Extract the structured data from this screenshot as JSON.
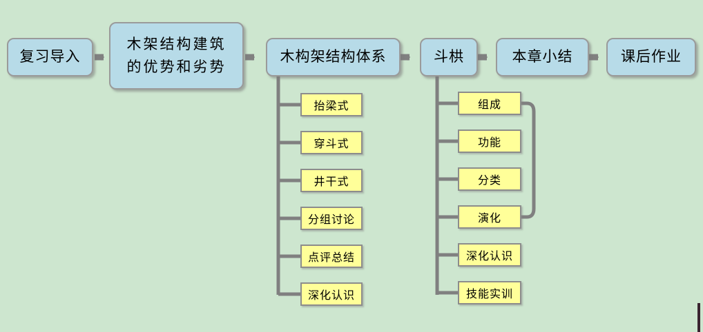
{
  "diagram": {
    "type": "flowchart",
    "title": "",
    "colors": {
      "background": "#cde6cf",
      "main_node_fill": "#b7dbe8",
      "main_node_stroke": "#9a9a9a",
      "leaf_node_fill": "#ffff99",
      "leaf_node_stroke": "#8c8c8c",
      "connector": "#808080",
      "text": "#000000"
    },
    "main_flow": [
      {
        "id": "n1",
        "label": "复习导入",
        "lines": [
          "复习导入"
        ]
      },
      {
        "id": "n2",
        "label": "木架结构建筑的优势和劣势",
        "lines": [
          "木架结构建筑",
          "的优势和劣势"
        ]
      },
      {
        "id": "n3",
        "label": "木构架结构体系",
        "lines": [
          "木构架结构体系"
        ]
      },
      {
        "id": "n4",
        "label": "斗栱",
        "lines": [
          "斗栱"
        ]
      },
      {
        "id": "n5",
        "label": "本章小结",
        "lines": [
          "本章小结"
        ]
      },
      {
        "id": "n6",
        "label": "课后作业",
        "lines": [
          "课后作业"
        ]
      }
    ],
    "branch_left": {
      "parent": "木构架结构体系",
      "items": [
        {
          "label": "抬梁式"
        },
        {
          "label": "穿斗式"
        },
        {
          "label": "井干式"
        },
        {
          "label": "分组讨论"
        },
        {
          "label": "点评总结"
        },
        {
          "label": "深化认识"
        }
      ]
    },
    "branch_right": {
      "parent": "斗栱",
      "items": [
        {
          "label": "组成"
        },
        {
          "label": "功能"
        },
        {
          "label": "分类"
        },
        {
          "label": "演化"
        },
        {
          "label": "深化认识"
        },
        {
          "label": "技能实训"
        }
      ],
      "bracket": {
        "from": "组成",
        "to": "演化"
      }
    }
  }
}
